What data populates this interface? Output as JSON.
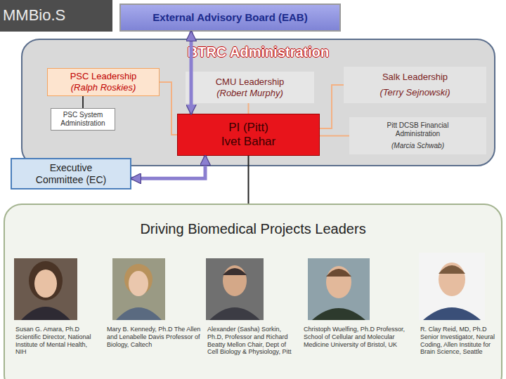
{
  "diagram": {
    "nodes": [
      {
        "text": [
          "MMBio.S"
        ]
      },
      {
        "text": [
          "External Advisory Board (EAB)"
        ]
      },
      {
        "text": [
          "BTRC Administration"
        ]
      },
      {
        "text": [
          "PSC Leadership",
          "(Ralph Roskies)"
        ],
        "in": 2
      },
      {
        "text": [
          "CMU Leadership",
          "(Robert Murphy)"
        ],
        "in": 2
      },
      {
        "text": [
          "Salk Leadership",
          "(Terry Sejnowski)"
        ],
        "in": 2
      },
      {
        "text": [
          "PSC System Administration"
        ],
        "in": 2
      },
      {
        "text": [
          "PI (Pitt)",
          "Ivet Bahar"
        ],
        "in": 2
      },
      {
        "text": [
          "Pitt DCSB Financial Administration",
          "(Marcia Schwab)"
        ],
        "in": 2
      },
      {
        "text": [
          "Executive Committee (EC)"
        ]
      },
      {
        "text": [
          "Driving Biomedical Projects Leaders",
          "Susan G. Amara, Ph.D Scientific Director, National Institute of Mental Health, NIH",
          "Mary B. Kennedy, Ph.D The Allen and Lenabelle Davis Professor of Biology, Caltech",
          "Alexander (Sasha) Sorkin, Ph.D, Professor and Richard Beatty Mellon Chair, Dept of Cell Biology & Physiology, Pitt",
          "Christoph Wuelfing, Ph.D Professor, School of Cellular and Molecular Medicine University of Bristol, UK",
          "R. Clay Reid, MD, Ph.D Senior Investigator, Neural Coding, Allen Institute for Brain Science, Seattle"
        ]
      }
    ],
    "edges": [
      {
        "from": 1,
        "to": 7,
        "arrow": "both"
      },
      {
        "from": 9,
        "to": 7,
        "arrow": "both"
      },
      {
        "from": 3,
        "to": 6,
        "arrow": "none"
      },
      {
        "from": 3,
        "to": 7,
        "arrow": "none"
      },
      {
        "from": 4,
        "to": 7,
        "arrow": "none"
      },
      {
        "from": 5,
        "to": 7,
        "arrow": "none"
      },
      {
        "from": 8,
        "to": 7,
        "arrow": "none"
      },
      {
        "from": 7,
        "to": 10,
        "arrow": "none"
      }
    ]
  }
}
